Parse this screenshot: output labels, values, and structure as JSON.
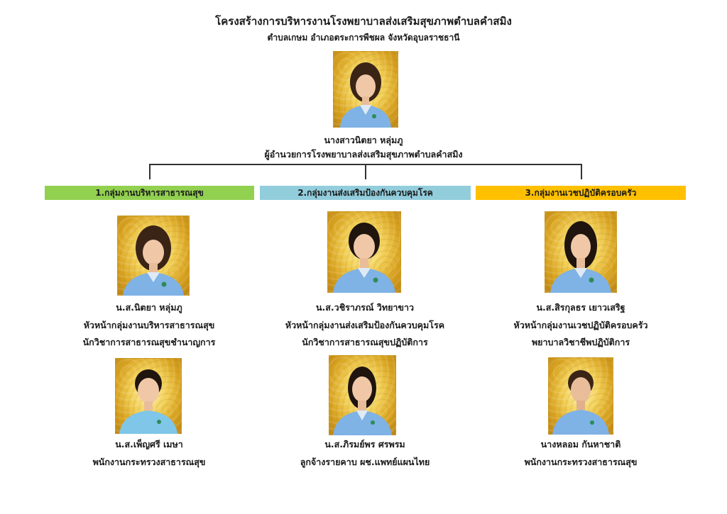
{
  "header": {
    "title": "โครงสร้างการบริหารงานโรงพยาบาลส่งเสริมสุขภาพตำบลคำสมิง",
    "subtitle": "ตำบลเกษม  อำเภอตระการพืชผล   จังหวัดอุบลราชธานี"
  },
  "director": {
    "name": "นางสาวนิตยา  หลุ่มภู",
    "position": "ผู้อำนวยการโรงพยาบาลส่งเสริมสุขภาพตำบลคำสมิง"
  },
  "groups": [
    {
      "label": "1.กลุ่มงานบริหารสาธารณสุข",
      "color": "#92d050",
      "head": {
        "name": "น.ส.นิตยา  หลุ่มภู",
        "role": "หัวหน้ากลุ่มงานบริหารสาธารณสุข",
        "title": "นักวิชาการสาธารณสุขชำนาญการ"
      },
      "staff": {
        "name": "น.ส.เพ็ญศรี  เมษา",
        "role": "พนักงานกระทรวงสาธารณสุข"
      }
    },
    {
      "label": "2.กลุ่มงานส่งเสริมป้องกันควบคุมโรค",
      "color": "#92cddc",
      "head": {
        "name": "น.ส.วชิราภรณ์  วิทยาขาว",
        "role": "หัวหน้ากลุ่มงานส่งเสริมป้องกันควบคุมโรค",
        "title": "นักวิชาการสาธารณสุขปฏิบัติการ"
      },
      "staff": {
        "name": "น.ส.ภิรมย์พร  ศรพรม",
        "role": "ลูกจ้างรายคาบ  ผช.แพทย์แผนไทย"
      }
    },
    {
      "label": "3.กลุ่มงานเวชปฏิบัติครอบครัว",
      "color": "#ffc000",
      "head": {
        "name": "น.ส.สิรกุลธร  เยาวเสริฐ",
        "role": "หัวหน้ากลุ่มงานเวชปฏิบัติครอบครัว",
        "title": "พยาบาลวิชาชีพปฏิบัติการ"
      },
      "staff": {
        "name": "นางหลอม  กันหาชาติ",
        "role": "พนักงานกระทรวงสาธารณสุข"
      }
    }
  ],
  "colors": {
    "uniform": "#7fb2e5",
    "hair": "#2b1a12",
    "skin": "#f0c8a8",
    "connector": "#333333"
  }
}
